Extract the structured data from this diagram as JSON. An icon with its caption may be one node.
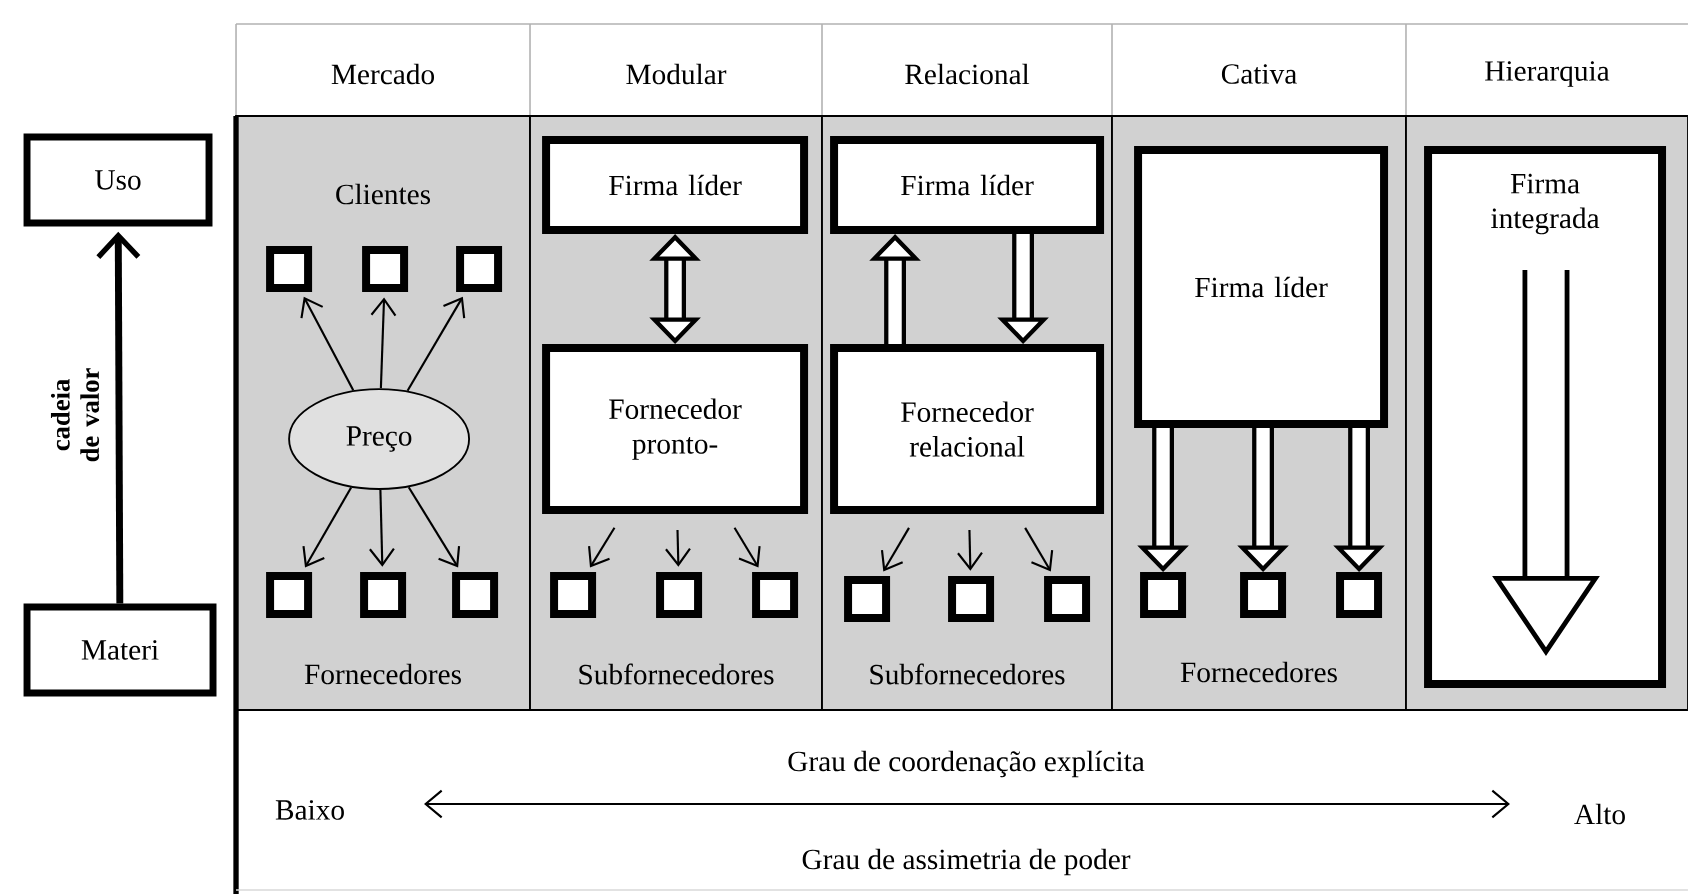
{
  "diagram": {
    "nodes": [
      {
        "text": [
          "Uso"
        ]
      },
      {
        "text": [
          "Materi"
        ]
      },
      {
        "text": [
          "Mercado",
          "Clientes",
          "Fornecedores"
        ]
      },
      {
        "text": [],
        "shape": "box",
        "in": 2
      },
      {
        "text": [],
        "shape": "box",
        "in": 2
      },
      {
        "text": [],
        "shape": "box",
        "in": 2
      },
      {
        "text": [
          "Preço"
        ],
        "in": 2
      },
      {
        "text": [],
        "shape": "box",
        "in": 2
      },
      {
        "text": [],
        "shape": "box",
        "in": 2
      },
      {
        "text": [],
        "shape": "box",
        "in": 2
      },
      {
        "text": [
          "Modular",
          "Subfornecedores"
        ]
      },
      {
        "text": [
          "Firma líder"
        ],
        "in": 10
      },
      {
        "text": [
          "Fornecedor pronto-"
        ],
        "in": 10
      },
      {
        "text": [],
        "shape": "box",
        "in": 10
      },
      {
        "text": [],
        "shape": "box",
        "in": 10
      },
      {
        "text": [],
        "shape": "box",
        "in": 10
      },
      {
        "text": [
          "Relacional",
          "Subfornecedores"
        ]
      },
      {
        "text": [
          "Firma líder"
        ],
        "in": 16
      },
      {
        "text": [
          "Fornecedor relacional"
        ],
        "in": 16
      },
      {
        "text": [],
        "shape": "box",
        "in": 16
      },
      {
        "text": [],
        "shape": "box",
        "in": 16
      },
      {
        "text": [],
        "shape": "box",
        "in": 16
      },
      {
        "text": [
          "Cativa",
          "Fornecedores"
        ]
      },
      {
        "text": [
          "Firma líder"
        ],
        "in": 22
      },
      {
        "text": [],
        "shape": "box",
        "in": 22
      },
      {
        "text": [],
        "shape": "box",
        "in": 22
      },
      {
        "text": [],
        "shape": "box",
        "in": 22
      },
      {
        "text": [
          "Hierarquia"
        ]
      },
      {
        "text": [
          "Firma integrada"
        ],
        "in": 27
      }
    ],
    "edges": [
      {
        "from": 1,
        "to": 0,
        "arrow": "to",
        "style": "thick",
        "label": "cadeia de valor"
      },
      {
        "from": 6,
        "to": 3,
        "arrow": "to"
      },
      {
        "from": 6,
        "to": 4,
        "arrow": "to"
      },
      {
        "from": 6,
        "to": 5,
        "arrow": "to"
      },
      {
        "from": 6,
        "to": 7,
        "arrow": "to"
      },
      {
        "from": 6,
        "to": 8,
        "arrow": "to"
      },
      {
        "from": 6,
        "to": 9,
        "arrow": "to"
      },
      {
        "from": 11,
        "to": 12,
        "arrow": "both",
        "style": "thick"
      },
      {
        "from": 12,
        "to": 13,
        "arrow": "to"
      },
      {
        "from": 12,
        "to": 14,
        "arrow": "to"
      },
      {
        "from": 12,
        "to": 15,
        "arrow": "to"
      },
      {
        "from": 18,
        "to": 17,
        "arrow": "to",
        "style": "thick"
      },
      {
        "from": 17,
        "to": 18,
        "arrow": "to",
        "style": "thick"
      },
      {
        "from": 18,
        "to": 19,
        "arrow": "to"
      },
      {
        "from": 18,
        "to": 20,
        "arrow": "to"
      },
      {
        "from": 18,
        "to": 21,
        "arrow": "to"
      },
      {
        "from": 23,
        "to": 24,
        "arrow": "to",
        "style": "thick"
      },
      {
        "from": 23,
        "to": 25,
        "arrow": "to",
        "style": "thick"
      },
      {
        "from": 23,
        "to": 26,
        "arrow": "to",
        "style": "thick"
      }
    ],
    "labels": [
      "Grau de coordenação explícita",
      "Baixo",
      "Alto",
      "Grau de assimetria de poder"
    ]
  }
}
